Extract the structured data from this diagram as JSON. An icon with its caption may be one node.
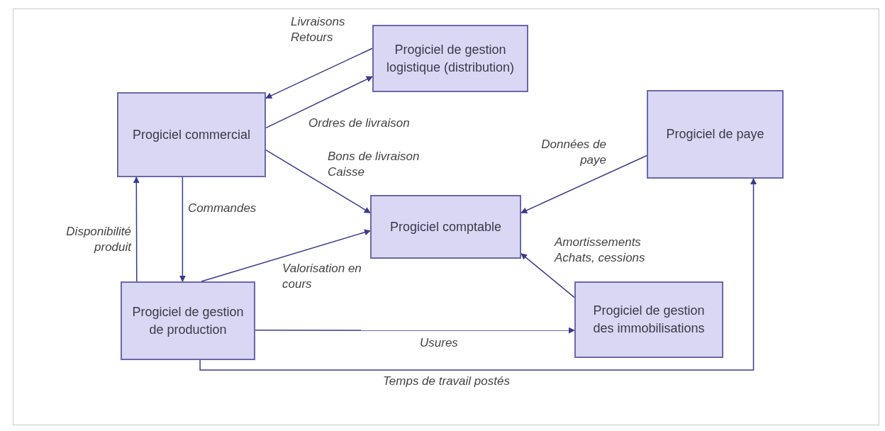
{
  "diagram": {
    "nodes": [
      {
        "text": [
          "Progiciel de gestion logistique (distribution)"
        ]
      },
      {
        "text": [
          "Progiciel commercial"
        ]
      },
      {
        "text": [
          "Progiciel de paye"
        ]
      },
      {
        "text": [
          "Progiciel comptable"
        ]
      },
      {
        "text": [
          "Progiciel de gestion de production"
        ]
      },
      {
        "text": [
          "Progiciel de gestion des immobilisations"
        ]
      }
    ],
    "edges": [
      {
        "from": 0,
        "to": 1,
        "arrow": "to",
        "label": "Livraisons Retours"
      },
      {
        "from": 1,
        "to": 0,
        "arrow": "to",
        "label": "Ordres de livraison"
      },
      {
        "from": 1,
        "to": 3,
        "arrow": "to",
        "label": "Bons de livraison Caisse"
      },
      {
        "from": 2,
        "to": 3,
        "arrow": "to",
        "label": "Données de paye"
      },
      {
        "from": 1,
        "to": 4,
        "arrow": "to",
        "label": "Commandes"
      },
      {
        "from": 4,
        "to": 1,
        "arrow": "to",
        "label": "Disponibilité produit"
      },
      {
        "from": 4,
        "to": 3,
        "arrow": "to",
        "label": "Valorisation en cours"
      },
      {
        "from": 5,
        "to": 3,
        "arrow": "to",
        "label": "Amortissements Achats, cessions"
      },
      {
        "from": 4,
        "to": 5,
        "arrow": "to",
        "label": "Usures"
      },
      {
        "from": 4,
        "to": 2,
        "arrow": "to",
        "label": "Temps de travail postés"
      }
    ]
  }
}
